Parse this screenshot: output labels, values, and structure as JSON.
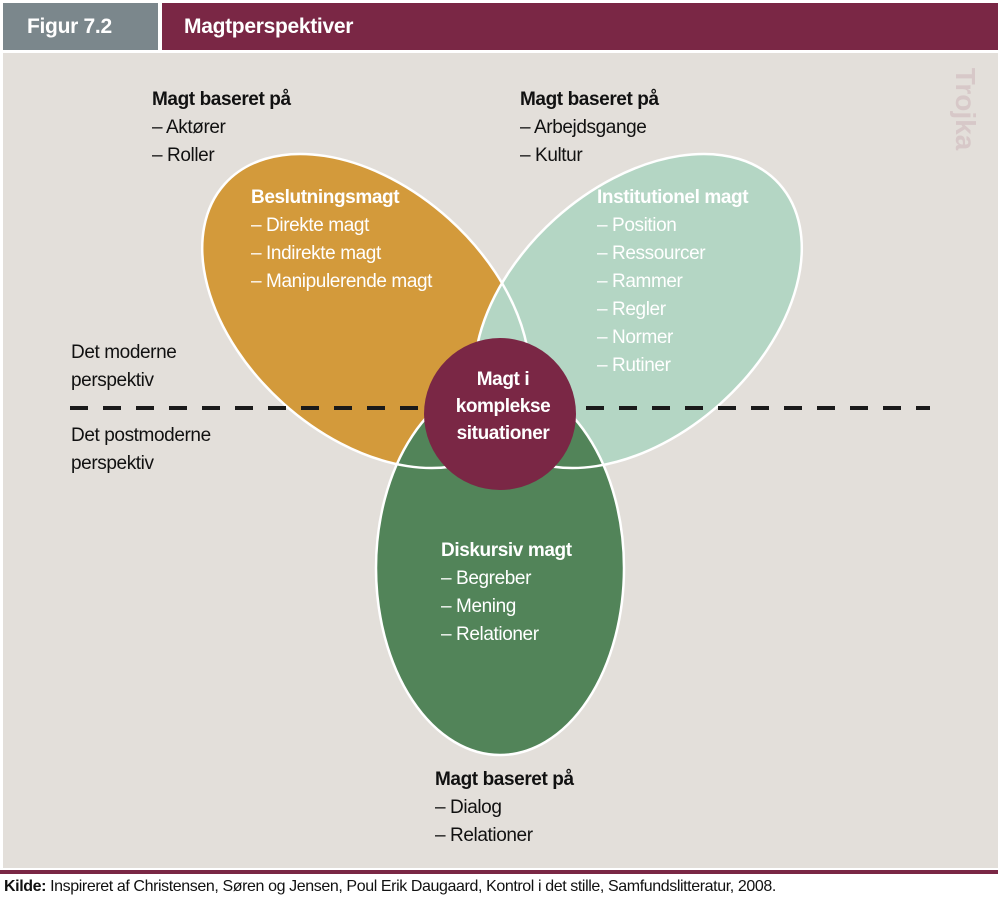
{
  "header": {
    "figure_label": "Figur 7.2",
    "title": "Magtperspektiver"
  },
  "watermark": "Trojka",
  "colors": {
    "header_figure_bg": "#7b878c",
    "header_title_bg": "#7a2745",
    "panel_bg": "#e3dfda",
    "decision_power": "#d39a3b",
    "institutional_power": "#b4d6c4",
    "discursive_power": "#528459",
    "center": "#7a2745",
    "outline": "#ffffff"
  },
  "bases": {
    "top_left": {
      "title": "Magt baseret på",
      "items": [
        "– Aktører",
        "– Roller"
      ]
    },
    "top_right": {
      "title": "Magt baseret på",
      "items": [
        "– Arbejdsgange",
        "– Kultur"
      ]
    },
    "bottom": {
      "title": "Magt baseret på",
      "items": [
        "– Dialog",
        "– Relationer"
      ]
    }
  },
  "ellipses": {
    "decision": {
      "title": "Beslutningsmagt",
      "items": [
        "– Direkte magt",
        "– Indirekte magt",
        "– Manipulerende magt"
      ]
    },
    "institutional": {
      "title": "Institutionel magt",
      "items": [
        "– Position",
        "– Ressourcer",
        "– Rammer",
        "– Regler",
        "– Normer",
        "– Rutiner"
      ]
    },
    "discursive": {
      "title": "Diskursiv magt",
      "items": [
        "– Begreber",
        "– Mening",
        "– Relationer"
      ]
    }
  },
  "center": {
    "lines": [
      "Magt i",
      "komplekse",
      "situationer"
    ]
  },
  "perspectives": {
    "modern": [
      "Det moderne",
      "perspektiv"
    ],
    "postmodern": [
      "Det postmoderne",
      "perspektiv"
    ]
  },
  "footer": {
    "label": "Kilde:",
    "text": " Inspireret af Christensen, Søren og Jensen, Poul Erik Daugaard, Kontrol i det stille, Samfundslitteratur, 2008."
  }
}
